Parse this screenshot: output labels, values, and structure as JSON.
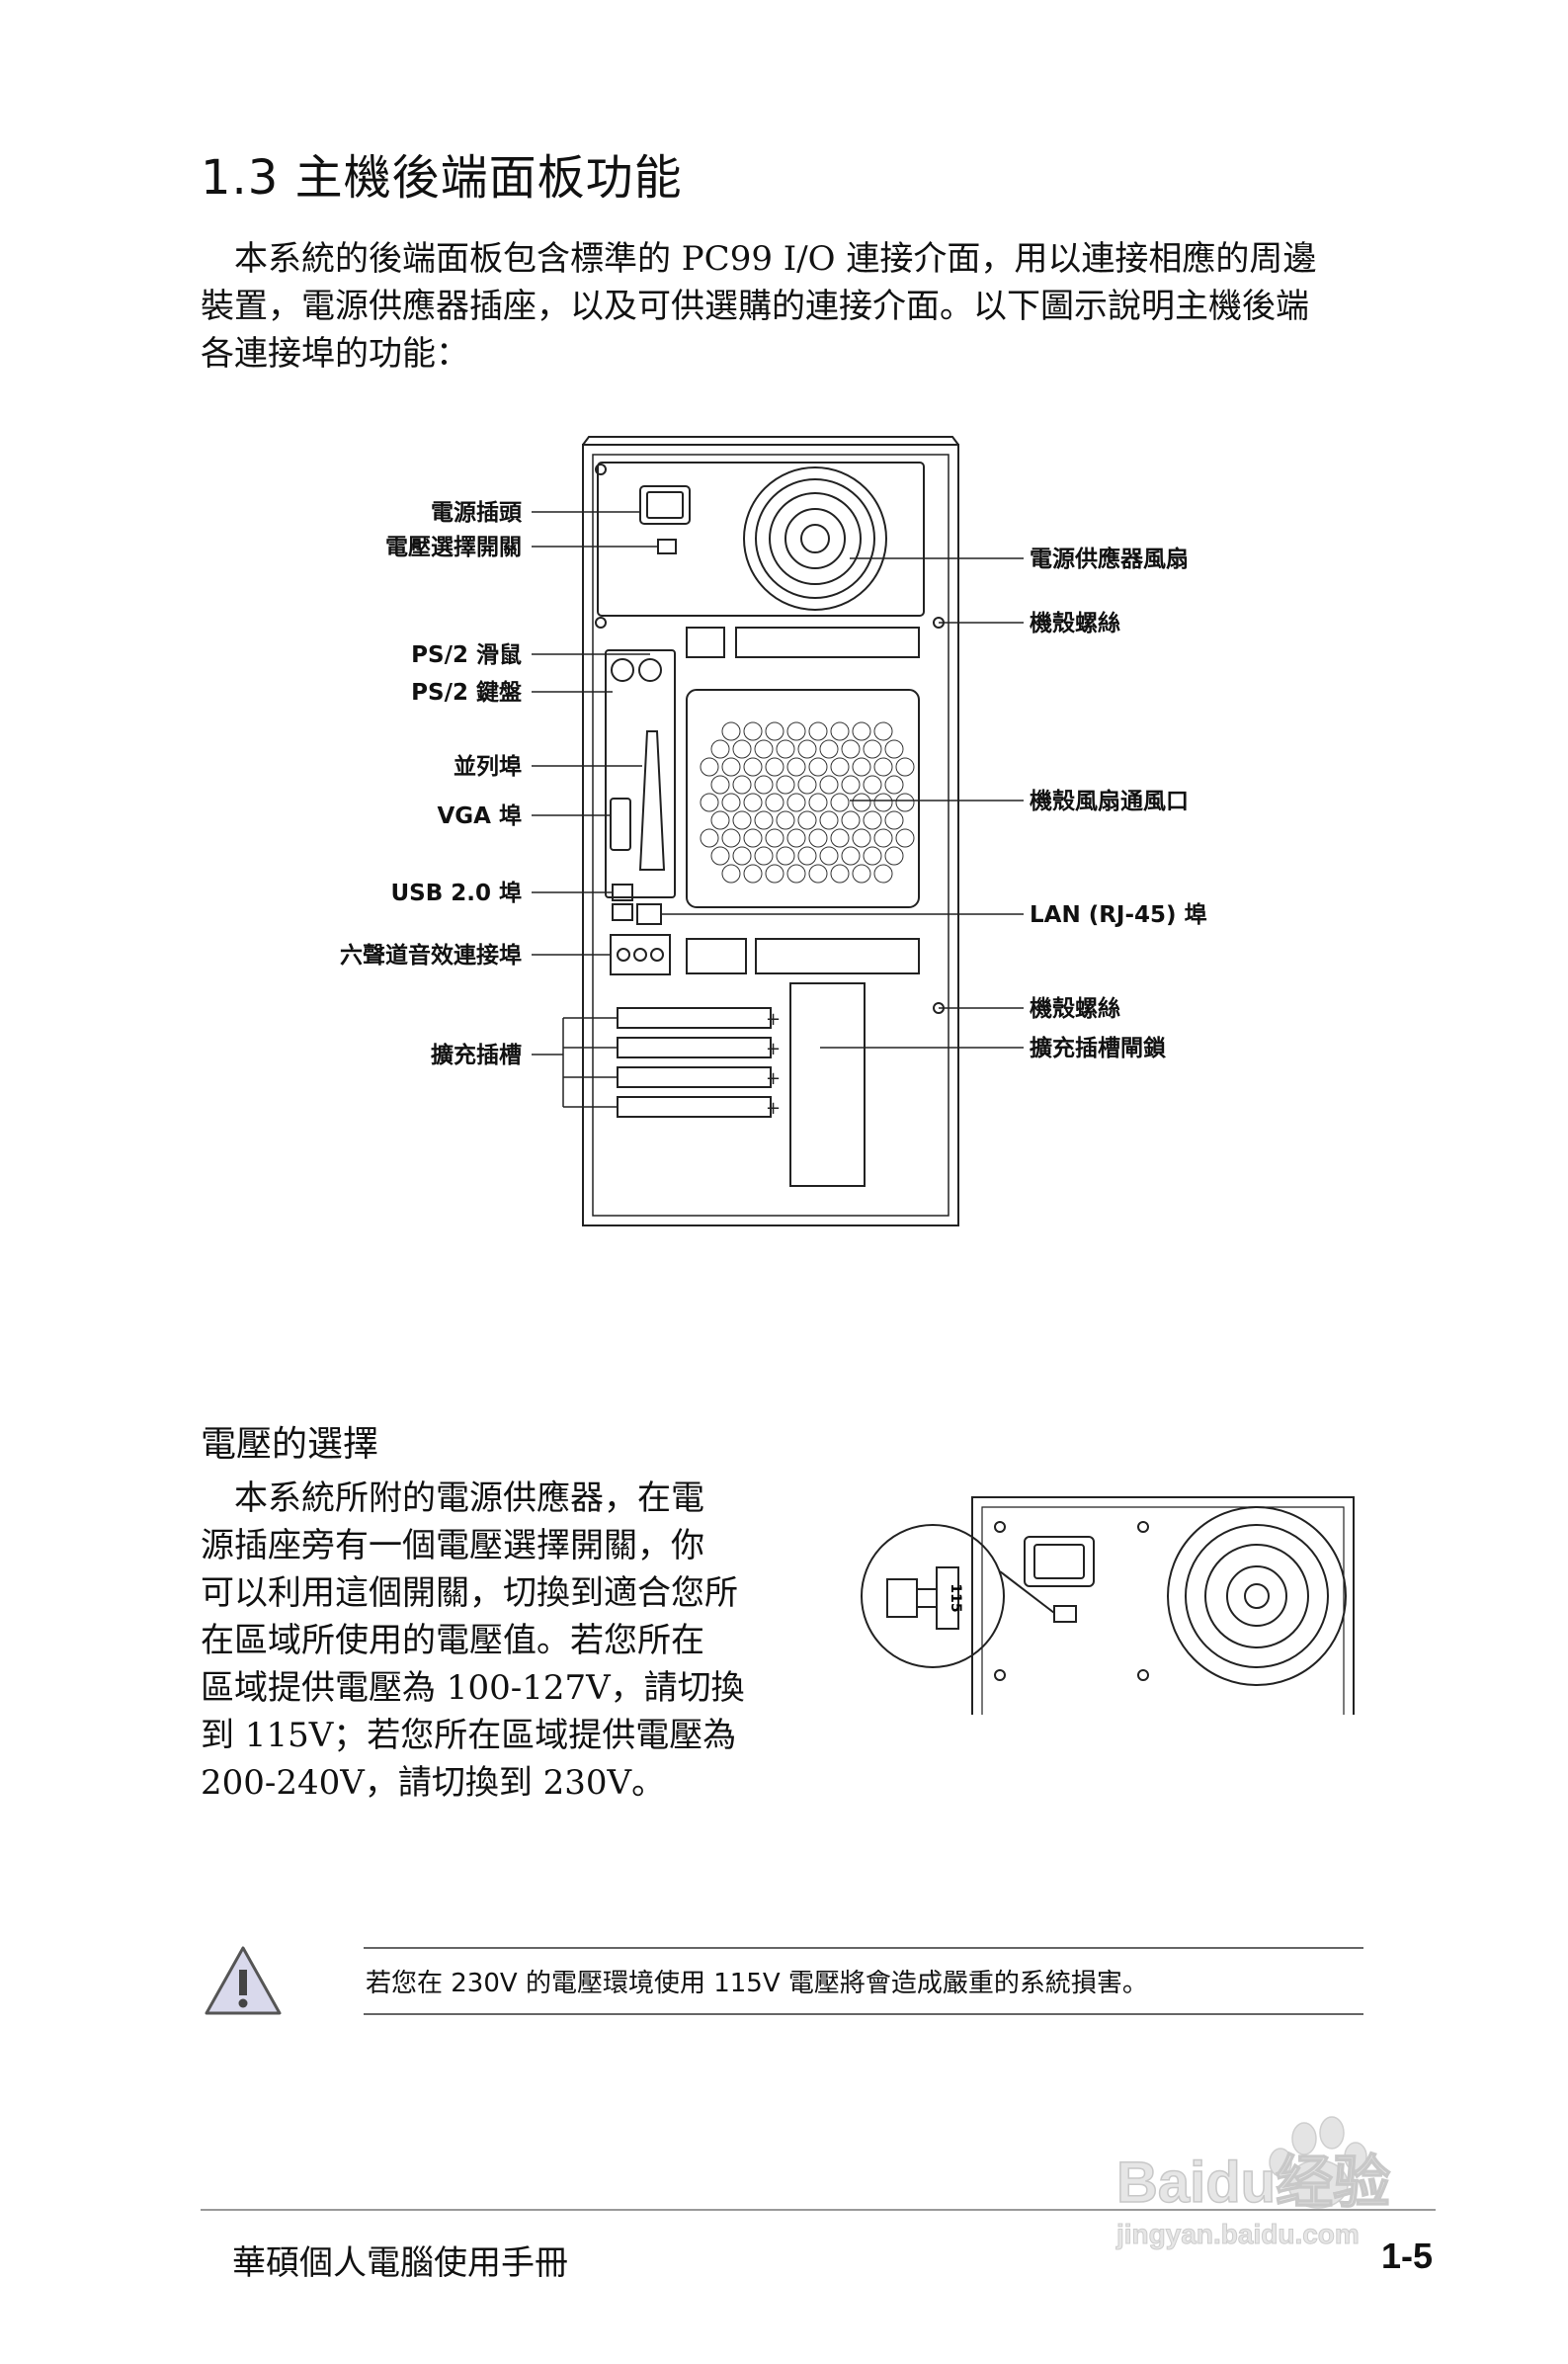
{
  "section": {
    "title": "1.3 主機後端面板功能"
  },
  "intro": {
    "lines": [
      "本系統的後端面板包含標準的 PC99 I/O 連接介面，用以連接相應的周邊",
      "裝置，電源供應器插座，以及可供選購的連接介面。以下圖示說明主機後端",
      "各連接埠的功能："
    ]
  },
  "diagram": {
    "left_labels": {
      "power_socket": "電源插頭",
      "voltage_switch": "電壓選擇開關",
      "ps2_mouse": "PS/2 滑鼠",
      "ps2_keyboard": "PS/2 鍵盤",
      "parallel_port": "並列埠",
      "vga_port": "VGA 埠",
      "usb_port": "USB 2.0 埠",
      "audio_ports": "六聲道音效連接埠",
      "expansion_slots": "擴充插槽"
    },
    "right_labels": {
      "psu_fan": "電源供應器風扇",
      "chassis_screw_top": "機殼螺絲",
      "chassis_vent": "機殼風扇通風口",
      "lan_port": "LAN (RJ-45) 埠",
      "chassis_screw_bottom": "機殼螺絲",
      "slot_lock": "擴充插槽閘鎖"
    },
    "switch_value": "115"
  },
  "voltage": {
    "heading": "電壓的選擇",
    "lines": [
      "本系統所附的電源供應器，在電",
      "源插座旁有一個電壓選擇開關，你",
      "可以利用這個開關，切換到適合您所",
      "在區域所使用的電壓值。若您所在",
      "區域提供電壓為 100-127V，請切換",
      "到 115V；若您所在區域提供電壓為",
      "200-240V，請切換到 230V。"
    ]
  },
  "warning": {
    "text": "若您在 230V 的電壓環境使用 115V 電壓將會造成嚴重的系統損害。"
  },
  "footer": {
    "title": "華碩個人電腦使用手冊",
    "page": "1-5"
  },
  "watermark": {
    "brand": "Baidu经验",
    "url": "jingyan.baidu.com"
  }
}
